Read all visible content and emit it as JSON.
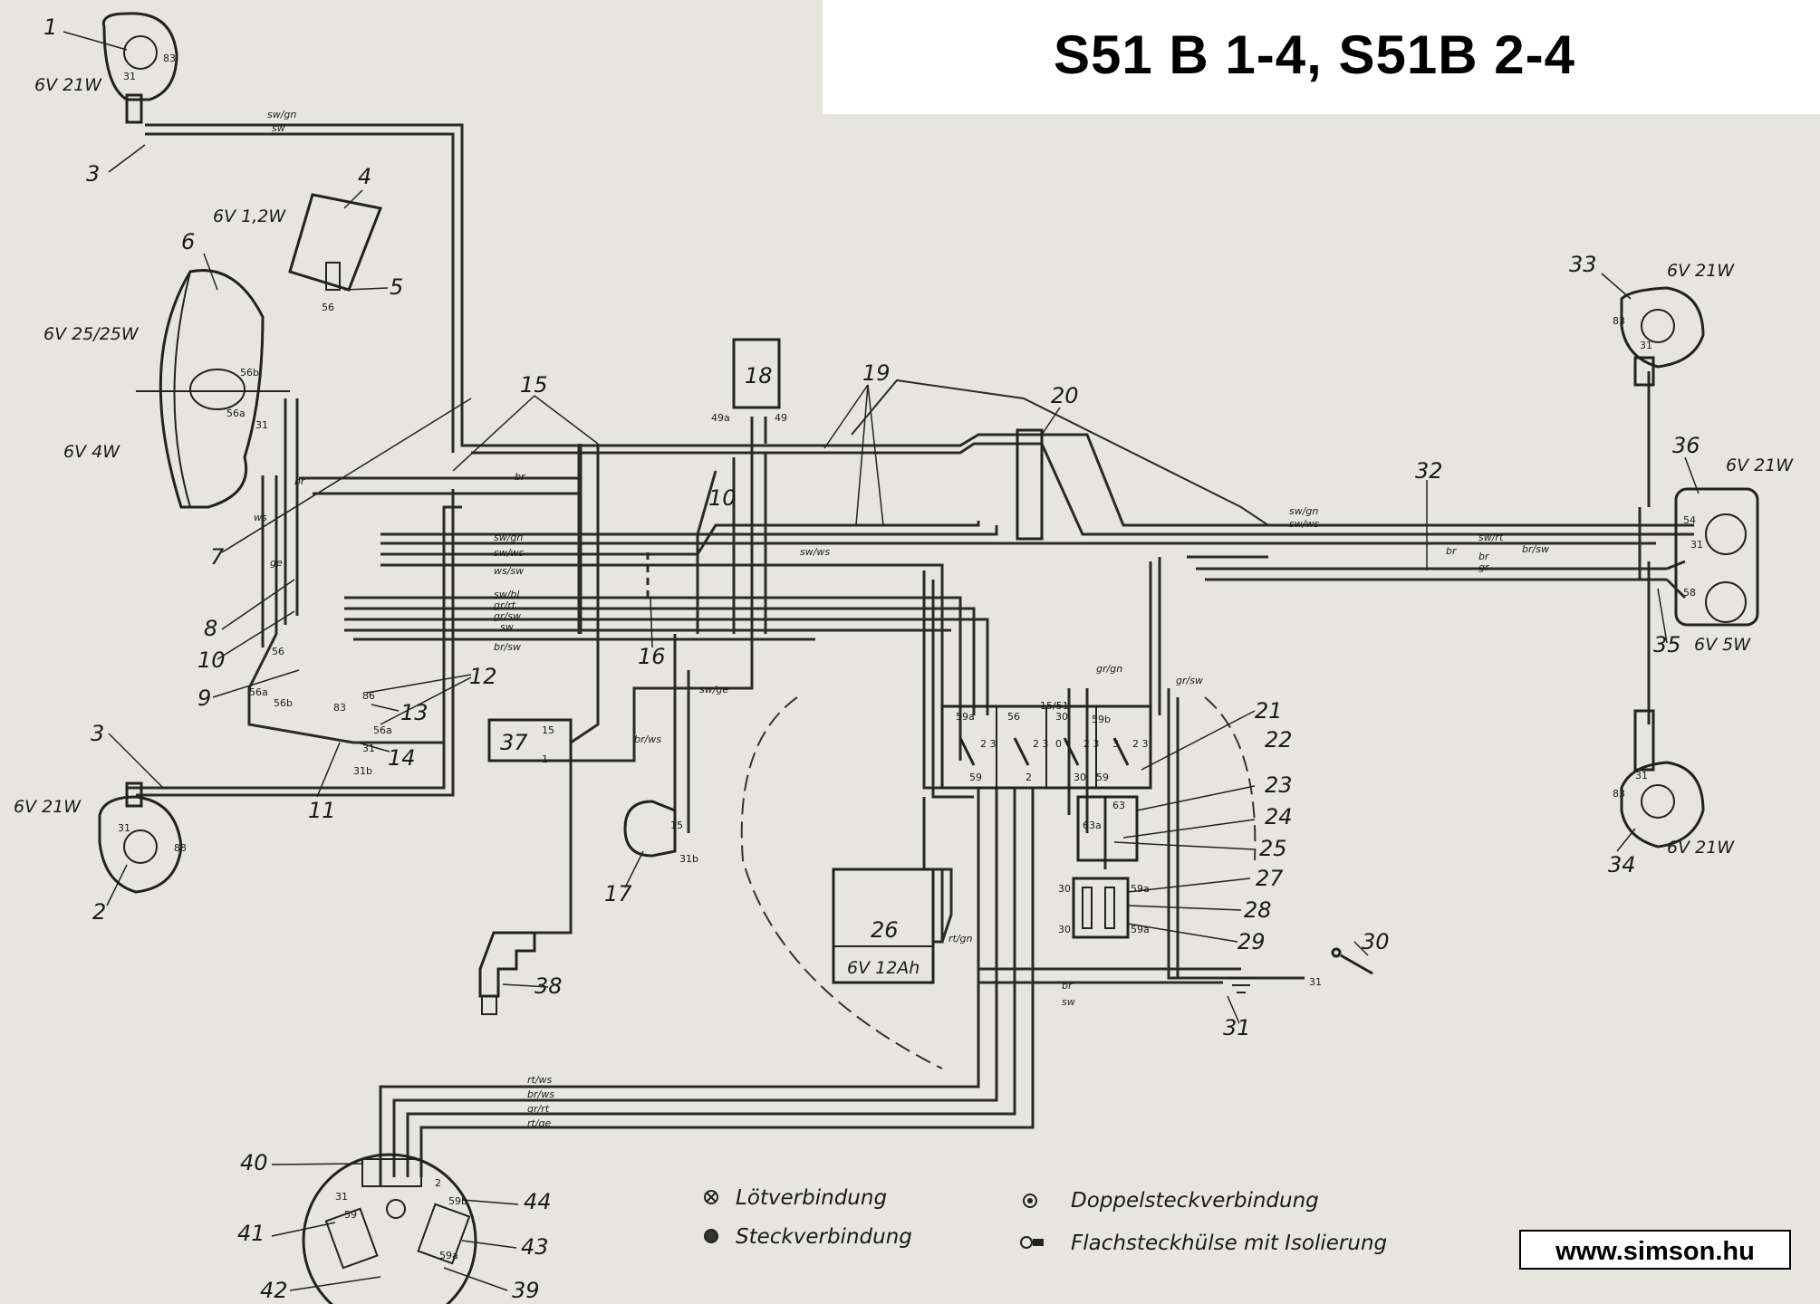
{
  "title": "S51 B 1-4, S51B 2-4",
  "website": "www.simson.hu",
  "components": {
    "c1": "1",
    "c2": "2",
    "c3a": "3",
    "c3b": "3",
    "c4": "4",
    "c5": "5",
    "c6": "6",
    "c7": "7",
    "c8": "8",
    "c9": "9",
    "c10a": "10",
    "c10b": "10",
    "c11": "11",
    "c12": "12",
    "c13": "13",
    "c14": "14",
    "c15": "15",
    "c16": "16",
    "c17": "17",
    "c18": "18",
    "c19": "19",
    "c20": "20",
    "c21": "21",
    "c22": "22",
    "c23": "23",
    "c24": "24",
    "c25": "25",
    "c26": "26",
    "c27": "27",
    "c28": "28",
    "c29": "29",
    "c30": "30",
    "c31": "31",
    "c32": "32",
    "c33": "33",
    "c34": "34",
    "c35": "35",
    "c36": "36",
    "c37": "37",
    "c38": "38",
    "c39": "39",
    "c40": "40",
    "c41": "41",
    "c42": "42",
    "c43": "43",
    "c44": "44"
  },
  "specs": {
    "lamp1": "6V 21W",
    "lamp2": "6V 21W",
    "lamp4": "6V 1,2W",
    "head": "6V 25/25W",
    "park": "6V 4W",
    "lamp33": "6V 21W",
    "lamp36": "6V 21W",
    "lamp36b": "6V 5W",
    "lamp34": "6V 21W",
    "battery": "6V 12Ah"
  },
  "terminals": {
    "t83a": "83",
    "t31a": "31",
    "t83b": "83",
    "t31b": "31",
    "t56": "56",
    "t56b": "56b",
    "t56a": "56a",
    "t31c": "31",
    "t56a2": "56a",
    "t56b2": "56b",
    "t56c": "56",
    "t83c": "83",
    "t86": "86",
    "t56a3": "56a",
    "t31d": "31",
    "t31b2": "31b",
    "t49a": "49a",
    "t49": "49",
    "t15": "15",
    "t1": "1",
    "t15b": "15",
    "t31b3": "31b",
    "t15_51": "15/51",
    "t59a": "59a",
    "t59b": "59b",
    "t59": "59",
    "t30a": "30",
    "t56d": "56",
    "t59c": "59",
    "t2": "2",
    "t30b": "30",
    "t63": "63",
    "t63a": "63a",
    "t30c": "30",
    "t30d": "30",
    "t59a2": "59a",
    "t59a3": "59a",
    "t31e": "31",
    "t83d": "83",
    "t31f": "31",
    "t54": "54",
    "t31g": "31",
    "t58": "58",
    "t31h": "31",
    "t83e": "83",
    "t59d": "59",
    "t31i": "31",
    "t2b": "2",
    "t59b2": "59b",
    "t59a4": "59a",
    "t3": "3",
    "t0": "0",
    "t23a": "2 3",
    "t23b": "2 3",
    "t23c": "2 3",
    "t23d": "2 3"
  },
  "wires": {
    "w1": "sw/gn",
    "w2": "sw",
    "w3": "br",
    "w4": "sw/gn",
    "w5": "sw/ws",
    "w6": "ws/sw",
    "w7": "sw/bl",
    "w8": "gr/rt",
    "w9": "gr/sw",
    "w10": "sw",
    "w11": "br/sw",
    "w12": "sw/ws",
    "w13": "sw/ge",
    "w14": "br/ws",
    "w15": "gr/gn",
    "w16": "gr/sw",
    "w17": "sw/gn",
    "w18": "sw/ws",
    "w19": "sw/rt",
    "w20": "br/sw",
    "w21": "br",
    "w22": "gr",
    "w23": "rt/gn",
    "w24": "br",
    "w25": "sw",
    "w26": "rt/ws",
    "w27": "br/ws",
    "w28": "gr/rt",
    "w29": "rt/ge",
    "w30": "ws",
    "w31": "ge",
    "w32": "br",
    "w33": "br"
  },
  "legend": {
    "solder": "Lötverbindung",
    "plug": "Steckverbindung",
    "double_plug": "Doppelsteckverbindung",
    "flat_sleeve": "Flachsteckhülse mit Isolierung"
  }
}
